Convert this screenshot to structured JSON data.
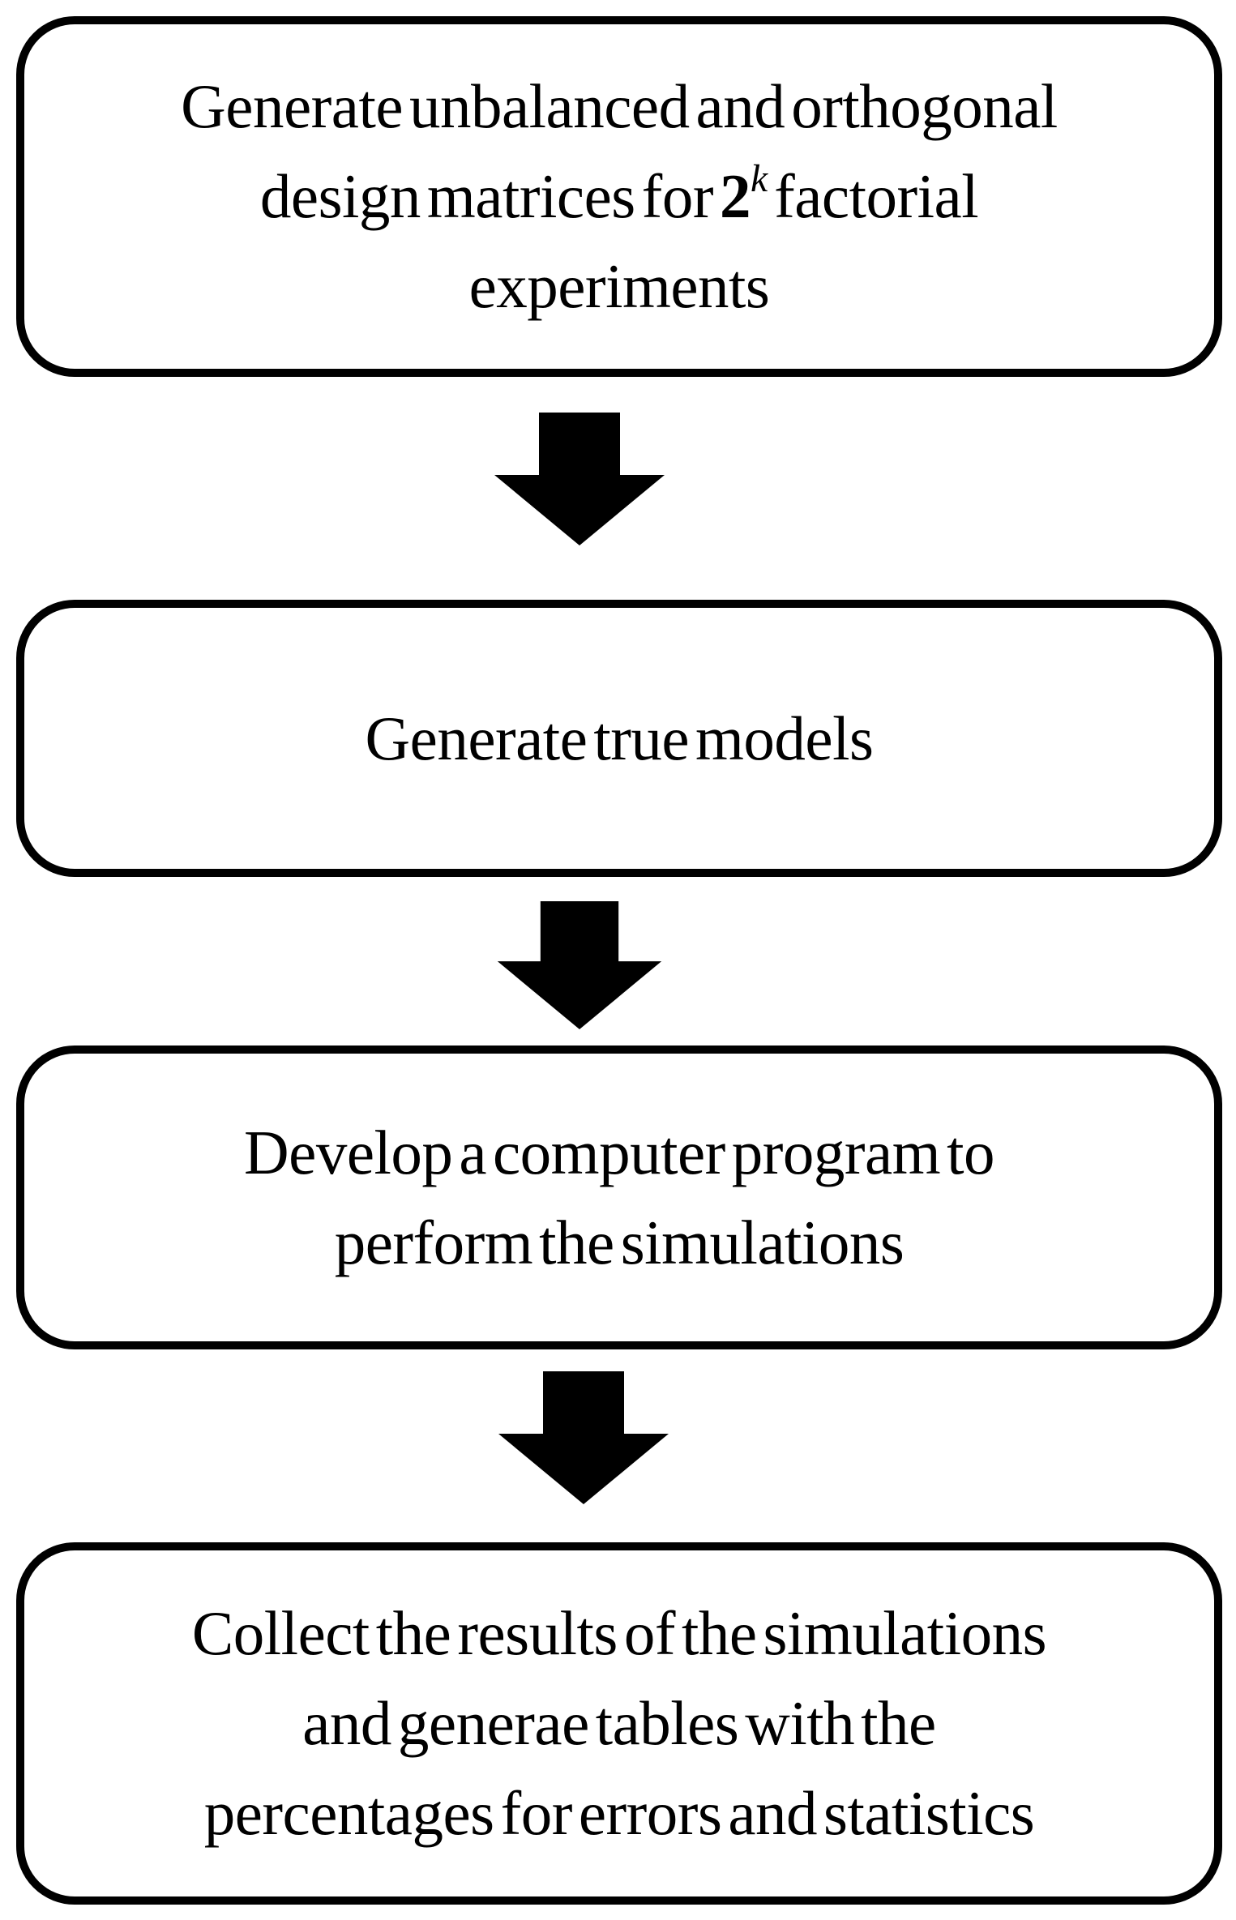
{
  "colors": {
    "background": "#ffffff",
    "box_fill": "#ffffff",
    "box_border": "#000000",
    "arrow": "#000000"
  },
  "steps": [
    {
      "line1": "Generate unbalanced and orthogonal",
      "line2_pre": "design matrices for ",
      "line2_base": "2",
      "line2_sup": "k",
      "line2_post": " factorial",
      "line3": "experiments"
    },
    {
      "line1": "Generate true models"
    },
    {
      "line1": "Develop a computer program to",
      "line2": "perform the simulations"
    },
    {
      "line1": "Collect the results of the simulations",
      "line2": "and generae tables with the",
      "line3": "percentages for errors and statistics"
    }
  ]
}
